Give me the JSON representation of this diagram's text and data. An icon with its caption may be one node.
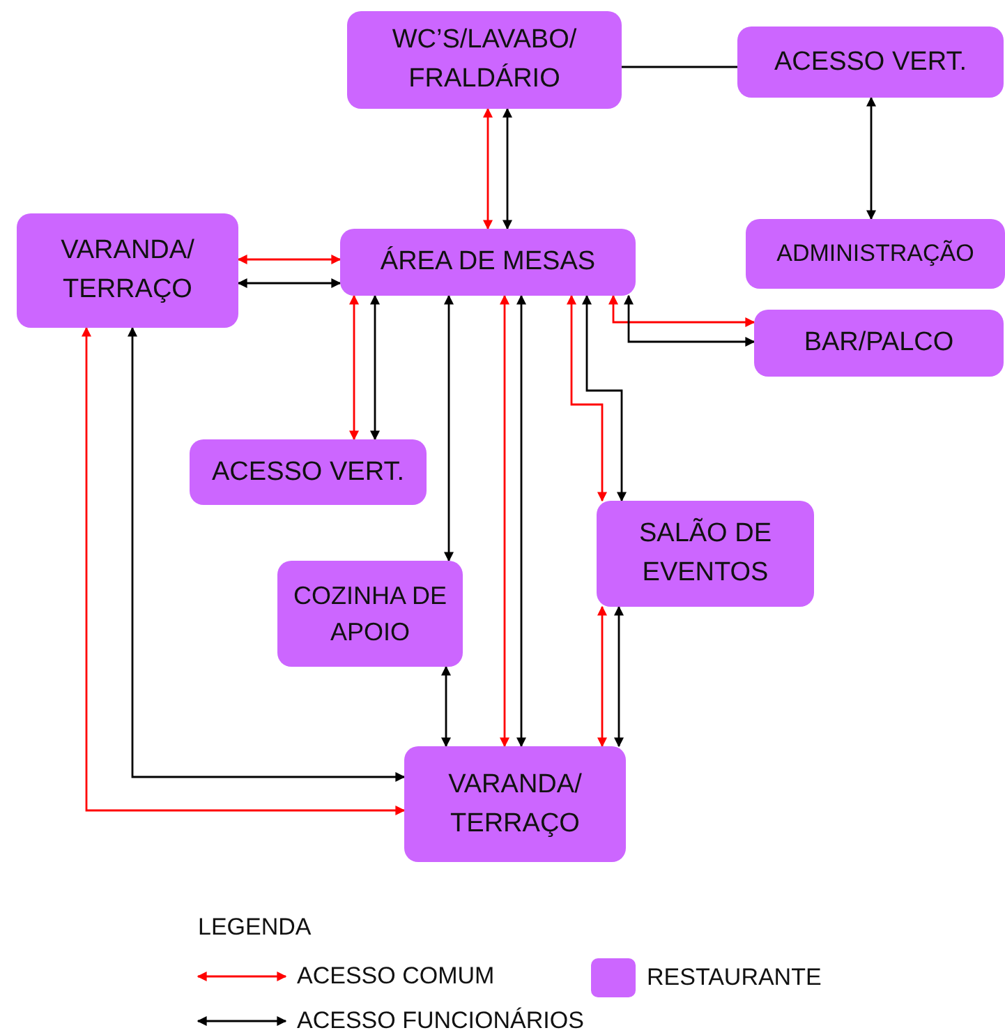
{
  "diagram": {
    "nodes": [
      {
        "text": [
          "WC’S/LAVABO/ FRALDÁRIO"
        ]
      },
      {
        "text": [
          "ACESSO VERT."
        ]
      },
      {
        "text": [
          "VARANDA/ TERRAÇO"
        ]
      },
      {
        "text": [
          "ÁREA DE MESAS"
        ]
      },
      {
        "text": [
          "ADMINISTRAÇÃO"
        ]
      },
      {
        "text": [
          "BAR/PALCO"
        ]
      },
      {
        "text": [
          "ACESSO VERT."
        ]
      },
      {
        "text": [
          "SALÃO DE EVENTOS"
        ]
      },
      {
        "text": [
          "COZINHA DE APOIO"
        ]
      },
      {
        "text": [
          "VARANDA/ TERRAÇO"
        ]
      }
    ],
    "edges": [
      {
        "from": 0,
        "to": 1,
        "arrow": "none"
      },
      {
        "from": 0,
        "to": 3,
        "arrow": "both",
        "color": "#ff0000"
      },
      {
        "from": 0,
        "to": 3,
        "arrow": "both"
      },
      {
        "from": 1,
        "to": 4,
        "arrow": "both"
      },
      {
        "from": 2,
        "to": 3,
        "arrow": "both",
        "color": "#ff0000"
      },
      {
        "from": 2,
        "to": 3,
        "arrow": "both"
      },
      {
        "from": 3,
        "to": 5,
        "arrow": "both",
        "color": "#ff0000"
      },
      {
        "from": 3,
        "to": 5,
        "arrow": "both"
      },
      {
        "from": 3,
        "to": 6,
        "arrow": "both",
        "color": "#ff0000"
      },
      {
        "from": 3,
        "to": 6,
        "arrow": "both"
      },
      {
        "from": 3,
        "to": 8,
        "arrow": "both"
      },
      {
        "from": 8,
        "to": 9,
        "arrow": "both"
      },
      {
        "from": 3,
        "to": 9,
        "arrow": "both",
        "color": "#ff0000"
      },
      {
        "from": 3,
        "to": 9,
        "arrow": "both"
      },
      {
        "from": 3,
        "to": 7,
        "arrow": "both",
        "color": "#ff0000"
      },
      {
        "from": 3,
        "to": 7,
        "arrow": "both"
      },
      {
        "from": 7,
        "to": 9,
        "arrow": "both",
        "color": "#ff0000"
      },
      {
        "from": 7,
        "to": 9,
        "arrow": "both"
      },
      {
        "from": 2,
        "to": 9,
        "arrow": "both",
        "color": "#ff0000"
      },
      {
        "from": 2,
        "to": 9,
        "arrow": "both"
      }
    ],
    "labels": [
      "LEGENDA"
    ],
    "legend": [
      {
        "text": "ACESSO COMUM"
      },
      {
        "text": "ACESSO FUNCIONÁRIOS"
      },
      {
        "text": "RESTAURANTE",
        "color": "#cc66ff"
      }
    ]
  }
}
